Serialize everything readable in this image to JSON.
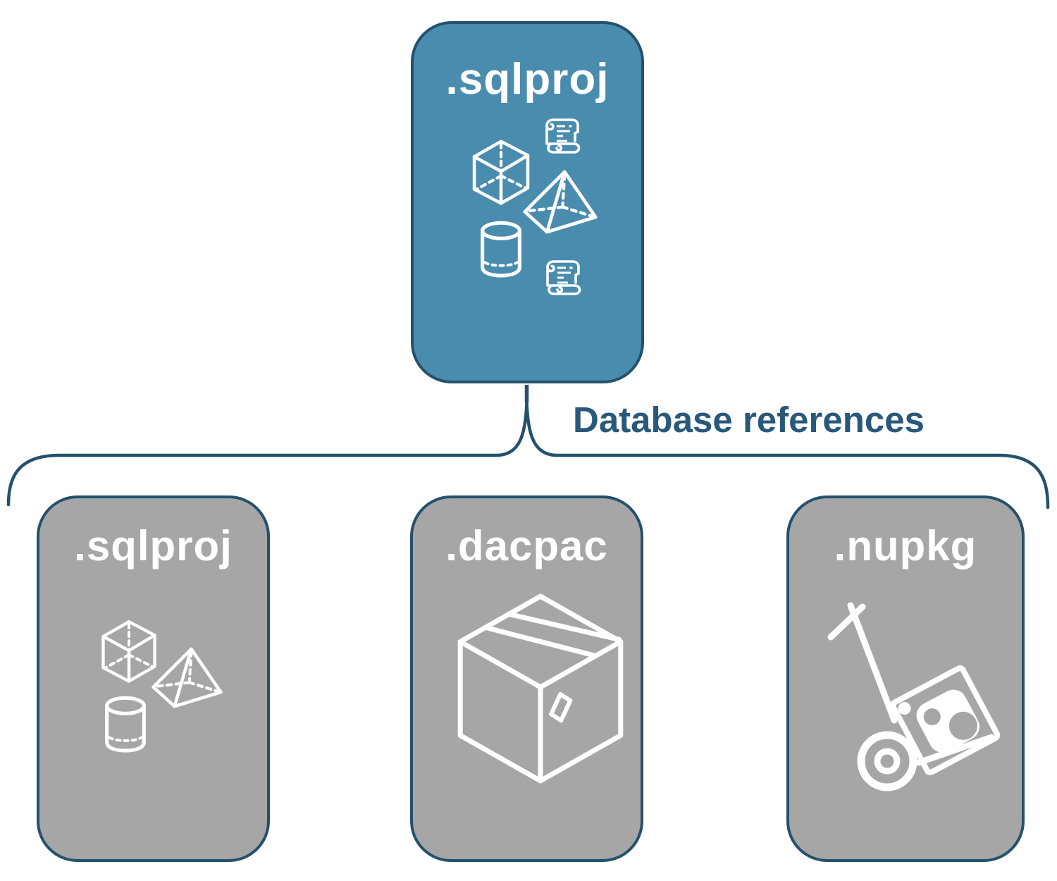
{
  "diagram": {
    "root_card": {
      "label": ".sqlproj",
      "icons": [
        "cube-icon",
        "scroll-icon",
        "pyramid-icon",
        "cylinder-icon",
        "scroll-icon"
      ]
    },
    "connector_label": "Database references",
    "children": [
      {
        "label": ".sqlproj",
        "icons": [
          "cube-icon",
          "pyramid-icon",
          "cylinder-icon"
        ]
      },
      {
        "label": ".dacpac",
        "icons": [
          "package-box-icon"
        ]
      },
      {
        "label": ".nupkg",
        "icons": [
          "nuget-handtruck-icon"
        ]
      }
    ],
    "colors": {
      "root_fill": "#4A8CAE",
      "child_fill": "#A6A6A6",
      "border": "#24516C",
      "connector_label_text": "#29587A",
      "icon_stroke": "#FFFFFF",
      "background": "#FFFFFF"
    }
  }
}
